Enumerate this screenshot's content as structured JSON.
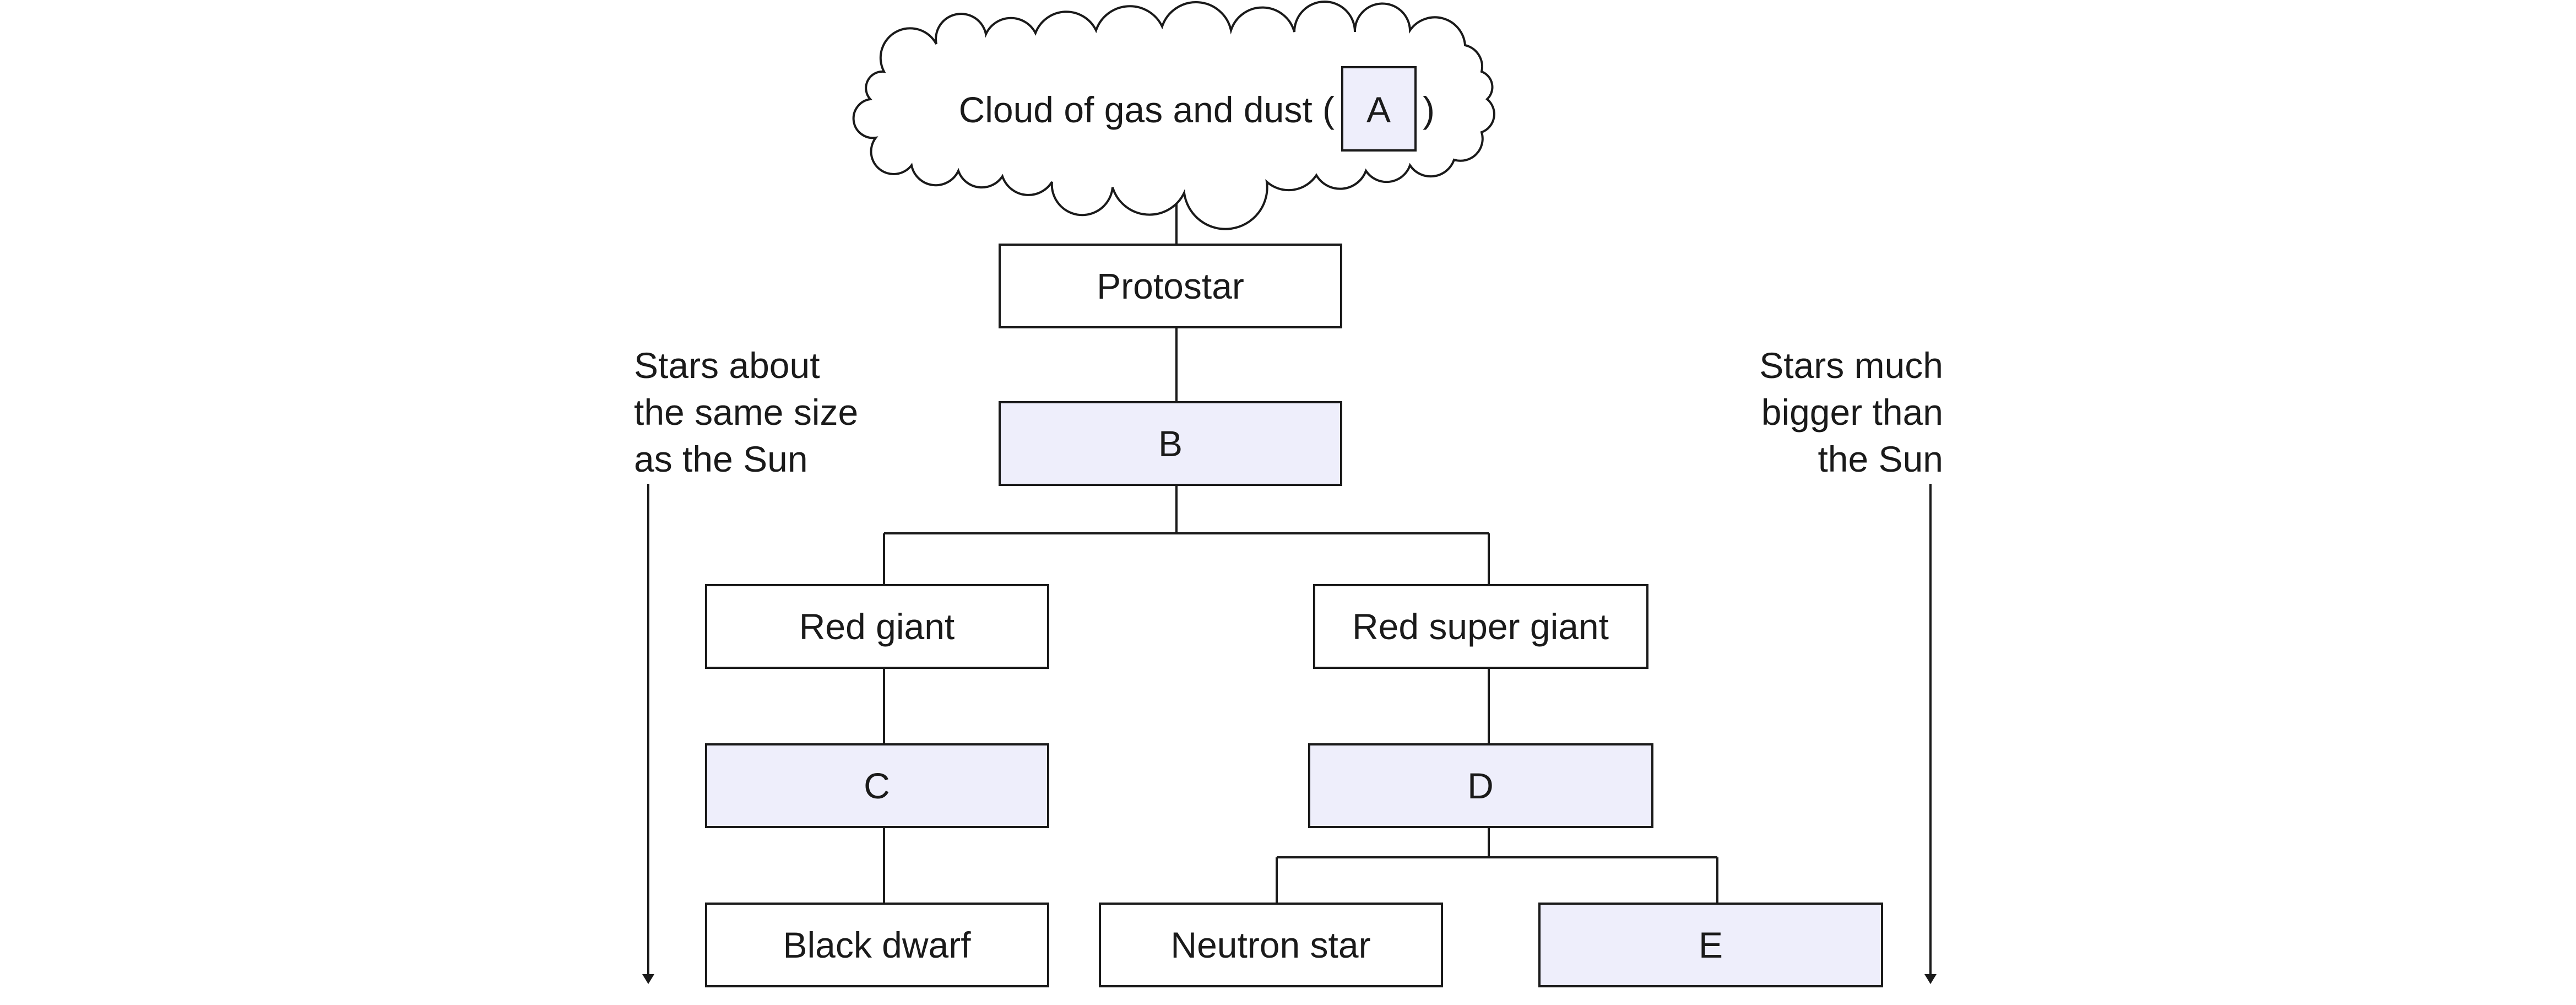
{
  "cloud": {
    "label_prefix": "Cloud of gas and dust (",
    "label_key": "A",
    "label_suffix": ")"
  },
  "nodes": {
    "protostar": "Protostar",
    "b": "B",
    "red_giant": "Red giant",
    "red_super_giant": "Red super giant",
    "c": "C",
    "d": "D",
    "black_dwarf": "Black dwarf",
    "neutron_star": "Neutron star",
    "e": "E"
  },
  "left_annotation": [
    "Stars about",
    "the same size",
    "as the Sun"
  ],
  "right_annotation": [
    "Stars much",
    "bigger than",
    "the Sun"
  ],
  "colors": {
    "line": "#1a1a1a",
    "box_plain": "#ffffff",
    "box_unknown": "#eeeefb"
  }
}
